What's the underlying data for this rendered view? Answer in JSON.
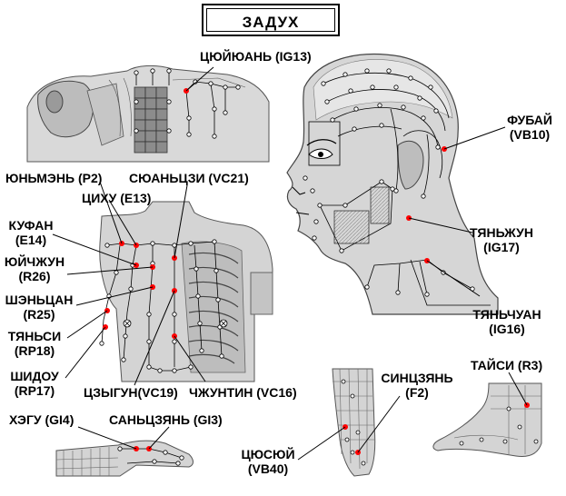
{
  "title": "ЗАДУХ",
  "colors": {
    "point_active": "#ff0000",
    "point_inactive": "#ffffff",
    "ink": "#000000",
    "body_fill": "#d9d9d9",
    "body_shadow": "#a8a8a8"
  },
  "labels": {
    "ig13": {
      "name": "ЦЮЙЮАНЬ (IG13)"
    },
    "vb10": {
      "name": "ФУБАЙ",
      "code": "(VB10)"
    },
    "p2": {
      "name": "ЮНЬМЭНЬ (P2)"
    },
    "vc21": {
      "name": "СЮАНЬЦЗИ (VC21)"
    },
    "e13": {
      "name": "ЦИХУ (E13)"
    },
    "e14": {
      "name": "КУФАН",
      "code": "(E14)"
    },
    "r26": {
      "name": "ЮЙЧЖУН",
      "code": "(R26)"
    },
    "r25": {
      "name": "ШЭНЬЦАН",
      "code": "(R25)"
    },
    "rp18": {
      "name": "ТЯНЬСИ",
      "code": "(RP18)"
    },
    "rp17": {
      "name": "ШИДОУ",
      "code": "(RP17)"
    },
    "vc19": {
      "name": "ЦЗЫГУН(VC19)"
    },
    "vc16": {
      "name": "ЧЖУНТИН (VC16)"
    },
    "gi4": {
      "name": "ХЭГУ (GI4)"
    },
    "gi3": {
      "name": "САНЬЦЗЯНЬ (GI3)"
    },
    "ig17": {
      "name": "ТЯНЬЖУН",
      "code": "(IG17)"
    },
    "ig16": {
      "name": "ТЯНЬЧУАН",
      "code": "(IG16)"
    },
    "f2": {
      "name": "СИНЦЗЯНЬ",
      "code": "(F2)"
    },
    "r3": {
      "name": "ТАЙСИ (R3)"
    },
    "vb40": {
      "name": "ЦЮСЮЙ",
      "code": "(VB40)"
    }
  },
  "icons": [
    "back-shoulder-figure",
    "head-profile-figure",
    "chest-torso-figure",
    "hand-figure",
    "lower-leg-figure",
    "foot-figure"
  ]
}
